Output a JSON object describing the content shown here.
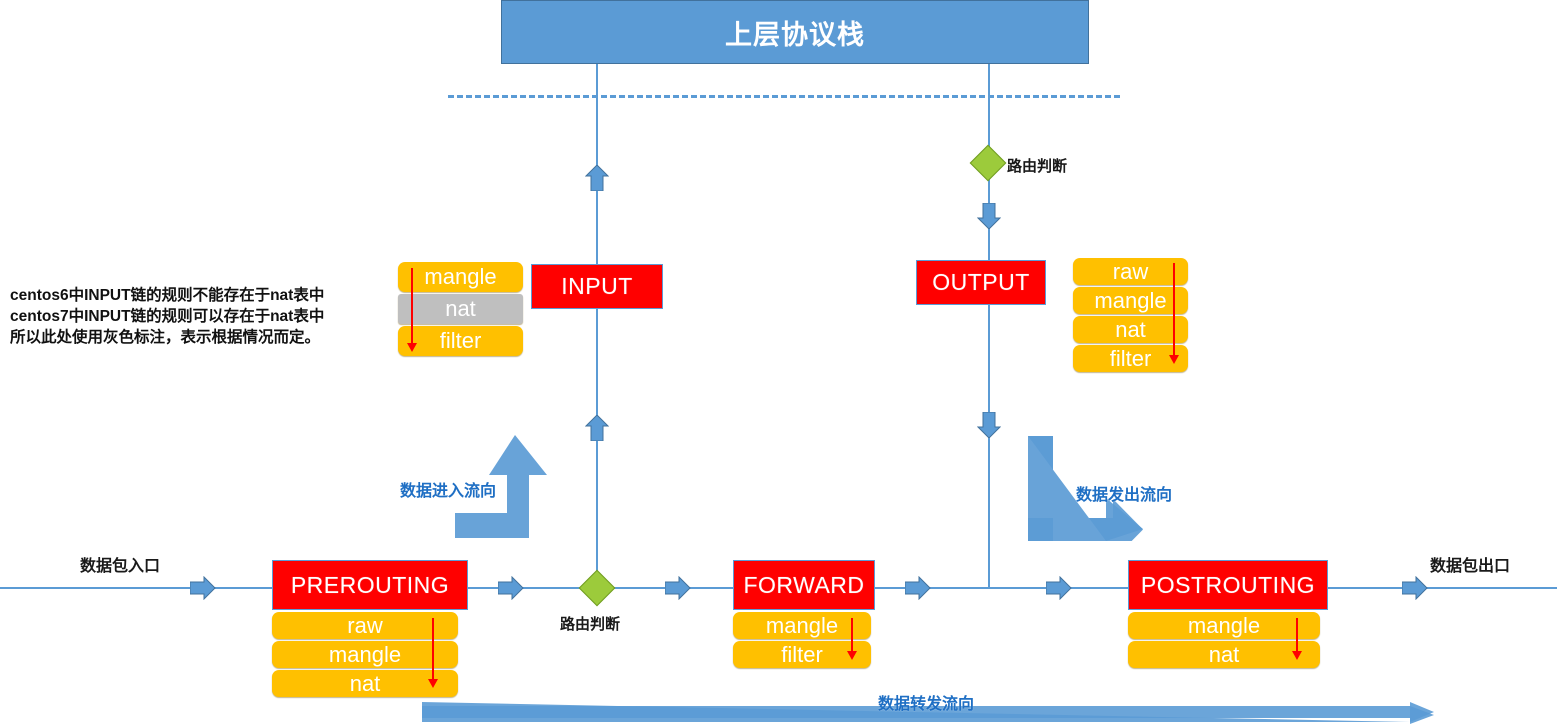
{
  "diagram": {
    "title": "上层协议栈",
    "note_lines": [
      "centos6中INPUT链的规则不能存在于nat表中",
      "centos7中INPUT链的规则可以存在于nat表中",
      "所以此处使用灰色标注，表示根据情况而定。"
    ],
    "routing_label_top": "路由判断",
    "routing_label_bottom": "路由判断",
    "packet_in": "数据包入口",
    "packet_out": "数据包出口",
    "flow_in": "数据进入流向",
    "flow_out": "数据发出流向",
    "flow_forward": "数据转发流向",
    "colors": {
      "blue": "#5B9BD5",
      "blue_border": "#41719C",
      "red": "#FF0000",
      "orange": "#FFC000",
      "gray": "#BFBFBF",
      "green": "#9CCB3B",
      "label_blue": "#1F6FC4"
    },
    "chains": {
      "input": {
        "name": "INPUT",
        "tables": [
          {
            "name": "mangle",
            "state": "normal"
          },
          {
            "name": "nat",
            "state": "conditional"
          },
          {
            "name": "filter",
            "state": "normal"
          }
        ]
      },
      "output": {
        "name": "OUTPUT",
        "tables": [
          {
            "name": "raw",
            "state": "normal"
          },
          {
            "name": "mangle",
            "state": "normal"
          },
          {
            "name": "nat",
            "state": "normal"
          },
          {
            "name": "filter",
            "state": "normal"
          }
        ]
      },
      "prerouting": {
        "name": "PREROUTING",
        "tables": [
          {
            "name": "raw",
            "state": "normal"
          },
          {
            "name": "mangle",
            "state": "normal"
          },
          {
            "name": "nat",
            "state": "normal"
          }
        ]
      },
      "forward": {
        "name": "FORWARD",
        "tables": [
          {
            "name": "mangle",
            "state": "normal"
          },
          {
            "name": "filter",
            "state": "normal"
          }
        ]
      },
      "postrouting": {
        "name": "POSTROUTING",
        "tables": [
          {
            "name": "mangle",
            "state": "normal"
          },
          {
            "name": "nat",
            "state": "normal"
          }
        ]
      }
    }
  }
}
